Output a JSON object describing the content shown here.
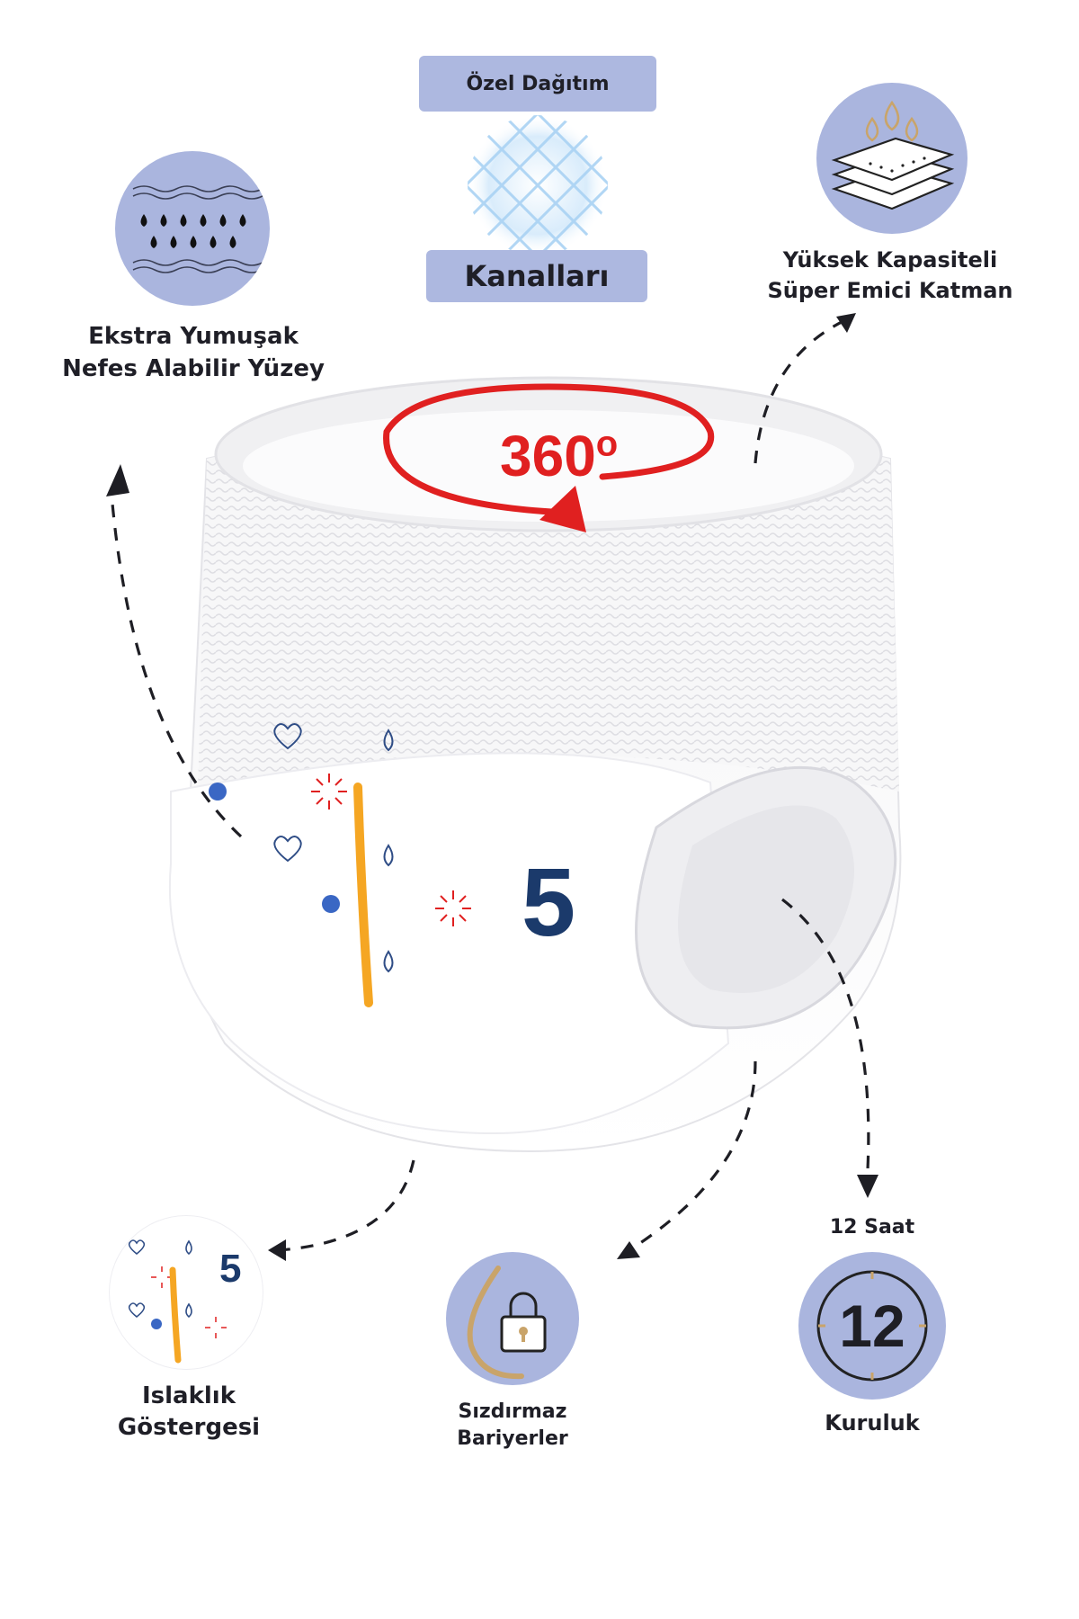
{
  "features": {
    "soft_surface": {
      "line1": "Ekstra Yumuşak",
      "line2": "Nefes Alabilir Yüzey",
      "icon": "water-drops-icon"
    },
    "channels": {
      "top_label": "Özel Dağıtım",
      "bottom_label": "Kanalları",
      "icon": "quilted-pattern-icon"
    },
    "absorbent_layer": {
      "line1": "Yüksek Kapasiteli",
      "line2": "Süper Emici Katman",
      "icon": "layers-drops-icon"
    },
    "wetness_indicator": {
      "line1": "Islaklık",
      "line2": "Göstergesi",
      "size_digit": "5"
    },
    "leak_barriers": {
      "line1": "Sızdırmaz",
      "line2": "Bariyerler",
      "icon": "drop-lock-icon"
    },
    "dryness": {
      "top_label": "12 Saat",
      "clock_digit": "12",
      "bottom_label": "Kuruluk",
      "icon": "clock-icon"
    }
  },
  "product": {
    "rotation_label": "360",
    "rotation_degree_mark": "o",
    "size_digit": "5"
  },
  "colors": {
    "bubble": "#aab5de",
    "pill": "#adb8e0",
    "accent_red": "#e02020",
    "navy": "#1b3a6b",
    "indicator_orange": "#f5a623",
    "gold": "#c9a46a"
  }
}
